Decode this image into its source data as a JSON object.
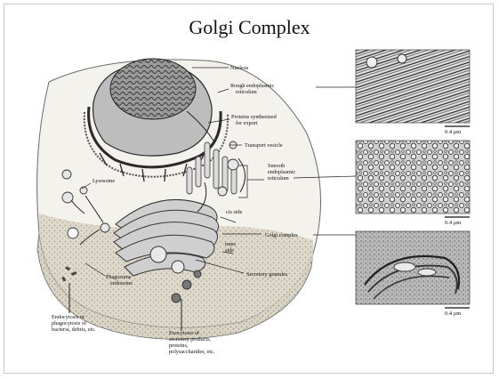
{
  "slide": {
    "title": "Golgi Complex"
  },
  "labels": {
    "nucleus": "Nucleus",
    "rough_er_1": "Rough endoplasmic",
    "rough_er_2": "reticulum",
    "proteins_1": "Proteins synthesized",
    "proteins_2": "for export",
    "transport_vesicle": "Transport vesicle",
    "smooth_er_1": "Smooth",
    "smooth_er_2": "endoplasmic",
    "smooth_er_3": "reticulum",
    "lysosome": "Lysosome",
    "cis_side": "cis side",
    "golgi_complex": "Golgi complex",
    "trans_side_1": "trans",
    "trans_side_2": "side",
    "phagosome_1": "Phagosome",
    "phagosome_2": "endosome",
    "secretory_granules": "Secretory granules",
    "endocytosis_1": "Endocytosis or",
    "endocytosis_2": "phagocytosis of",
    "endocytosis_3": "bacteria, debris, etc.",
    "exocytosis_1": "Exocytosis of",
    "exocytosis_2": "secretory products,",
    "exocytosis_3": "proteins,",
    "exocytosis_4": "polysaccharides, etc."
  },
  "micrographs": {
    "scale_bar_label": "0.4 μm"
  },
  "colors": {
    "cell_fill": "#f4f2ec",
    "cytoplasm_base": "#cfc8b6",
    "membrane_dark": "#3a3a3a"
  }
}
